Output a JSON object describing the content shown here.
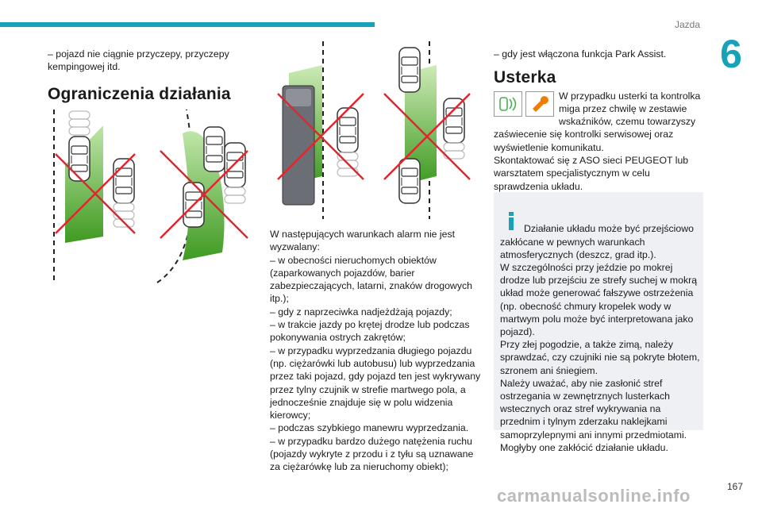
{
  "header": {
    "section": "Jazda",
    "chapter_number": "6"
  },
  "left_column": {
    "intro_line": "– pojazd nie ciągnie przyczepy, przyczepy kempingowej itd.",
    "heading": "Ograniczenia działania"
  },
  "middle_column": {
    "paragraph": "W następujących warunkach alarm nie jest wyzwalany:\n– w obecności nieruchomych obiektów (zaparkowanych pojazdów, barier zabezpieczających, latarni, znaków drogowych itp.);\n– gdy z naprzeciwka nadjeżdżają pojazdy;\n– w trakcie jazdy po krętej drodze lub podczas pokonywania ostrych zakrętów;\n– w przypadku wyprzedzania długiego pojazdu (np. ciężarówki lub autobusu) lub wyprzedzania przez taki pojazd, gdy pojazd ten jest wykrywany przez tylny czujnik w strefie martwego pola, a jednocześnie znajduje się w polu widzenia kierowcy;\n– podczas szybkiego manewru wyprzedzania.\n– w przypadku bardzo dużego natężenia ruchu (pojazdy wykryte z przodu i z tyłu są uznawane za ciężarówkę lub za nieruchomy obiekt);"
  },
  "right_column": {
    "park_assist_line": "– gdy jest włączona funkcja Park Assist.",
    "heading": "Usterka",
    "fault_text": "W przypadku usterki ta kontrolka miga przez chwilę w zestawie wskaźników, czemu towarzyszy zaświecenie się kontrolki serwisowej oraz wyświetlenie komunikatu.\nSkontaktować się z ASO sieci PEUGEOT lub warsztatem specjalistycznym w celu sprawdzenia układu.",
    "info_text": "Działanie układu może być przejściowo zakłócane w pewnych warunkach atmosferycznych (deszcz, grad itp.).\nW szczególności przy jeździe po mokrej drodze lub przejściu ze strefy suchej w mokrą układ może generować fałszywe ostrzeżenia (np. obecność chmury kropelek wody w martwym polu może być interpretowana jako pojazd).\nPrzy złej pogodzie, a także zimą, należy sprawdzać, czy czujniki nie są pokryte błotem, szronem ani śniegiem.\nNależy uważać, aby nie zasłonić stref ostrzegania w zewnętrznych lusterkach wstecznych oraz stref wykrywania na przednim i tylnym zderzaku naklejkami samoprzylepnymi ani innymi przedmiotami. Mogłyby one zakłócić działanie układu."
  },
  "footer": {
    "page_number": "167",
    "watermark": "carmanualsonline.info"
  },
  "colors": {
    "accent": "#17a2b8",
    "zone_green": "#5cb82e",
    "cross_red": "#e0262e",
    "fault_orange": "#f07d00",
    "info_box": "#eef0f4"
  },
  "icons": [
    "blind-spot-warning-icon",
    "service-wrench-icon",
    "info-icon"
  ]
}
